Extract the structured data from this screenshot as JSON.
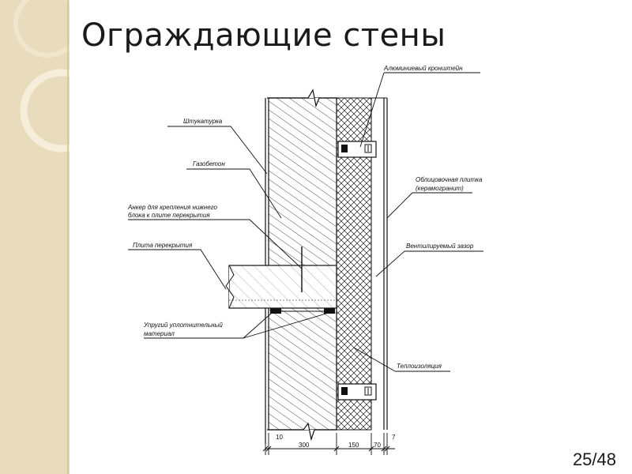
{
  "slide": {
    "title": "Ограждающие стены",
    "page_number": "25/48"
  },
  "labels": {
    "bracket": "Алюминиевый кронштейн",
    "plaster": "Штукатурка",
    "aerated_concrete": "Газобетон",
    "anchor_line1": "Анкер для крепления нижнего",
    "anchor_line2": "блока к плите перекрытия",
    "floor_slab": "Плита перекрытия",
    "facing_tile_line1": "Облицовочная плитка",
    "facing_tile_line2": "(керамогранит)",
    "ventilated_gap": "Вентилируемый зазор",
    "elastic_seal_line1": "Упругий уплотнительный",
    "elastic_seal_line2": "материал",
    "insulation": "Теплоизоляция"
  },
  "dimensions": [
    "10",
    "300",
    "150",
    "70",
    "7"
  ],
  "colors": {
    "background": "#ffffff",
    "side_strip": "#e9dcbc",
    "line": "#111111"
  }
}
